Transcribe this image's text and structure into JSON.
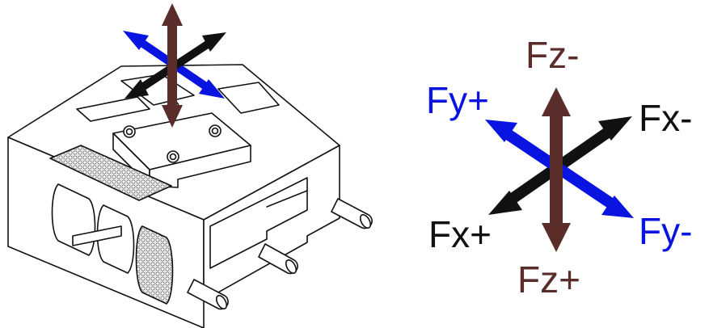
{
  "diagram": {
    "labels": {
      "fz_minus": "Fz-",
      "fz_plus": "Fz+",
      "fy_plus": "Fy+",
      "fy_minus": "Fy-",
      "fx_minus": "Fx-",
      "fx_plus": "Fx+"
    },
    "colors": {
      "fz": "#5a2d2a",
      "fy": "#0a14e0",
      "fx": "#111111",
      "outline": "#111111",
      "body": "#ffffff",
      "mesh": "#d9d9d9"
    }
  }
}
